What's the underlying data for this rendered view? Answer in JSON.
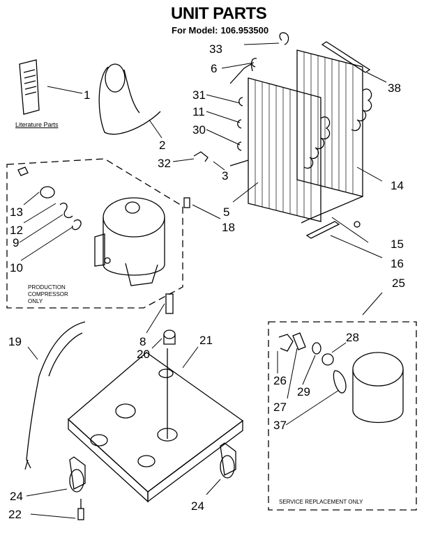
{
  "header": {
    "title": "UNIT PARTS",
    "model_label": "For Model:",
    "model_number": "106.953500"
  },
  "captions": {
    "literature": "Literature Parts",
    "production_line1": "PRODUCTION",
    "production_line2": "COMPRESSOR",
    "production_line3": "ONLY",
    "service": "SERVICE REPLACEMENT ONLY"
  },
  "callouts": [
    "1",
    "2",
    "3",
    "5",
    "6",
    "8",
    "9",
    "10",
    "11",
    "12",
    "13",
    "14",
    "15",
    "16",
    "18",
    "19",
    "20",
    "21",
    "22",
    "24",
    "25",
    "26",
    "27",
    "28",
    "29",
    "30",
    "31",
    "32",
    "33",
    "37",
    "38"
  ]
}
